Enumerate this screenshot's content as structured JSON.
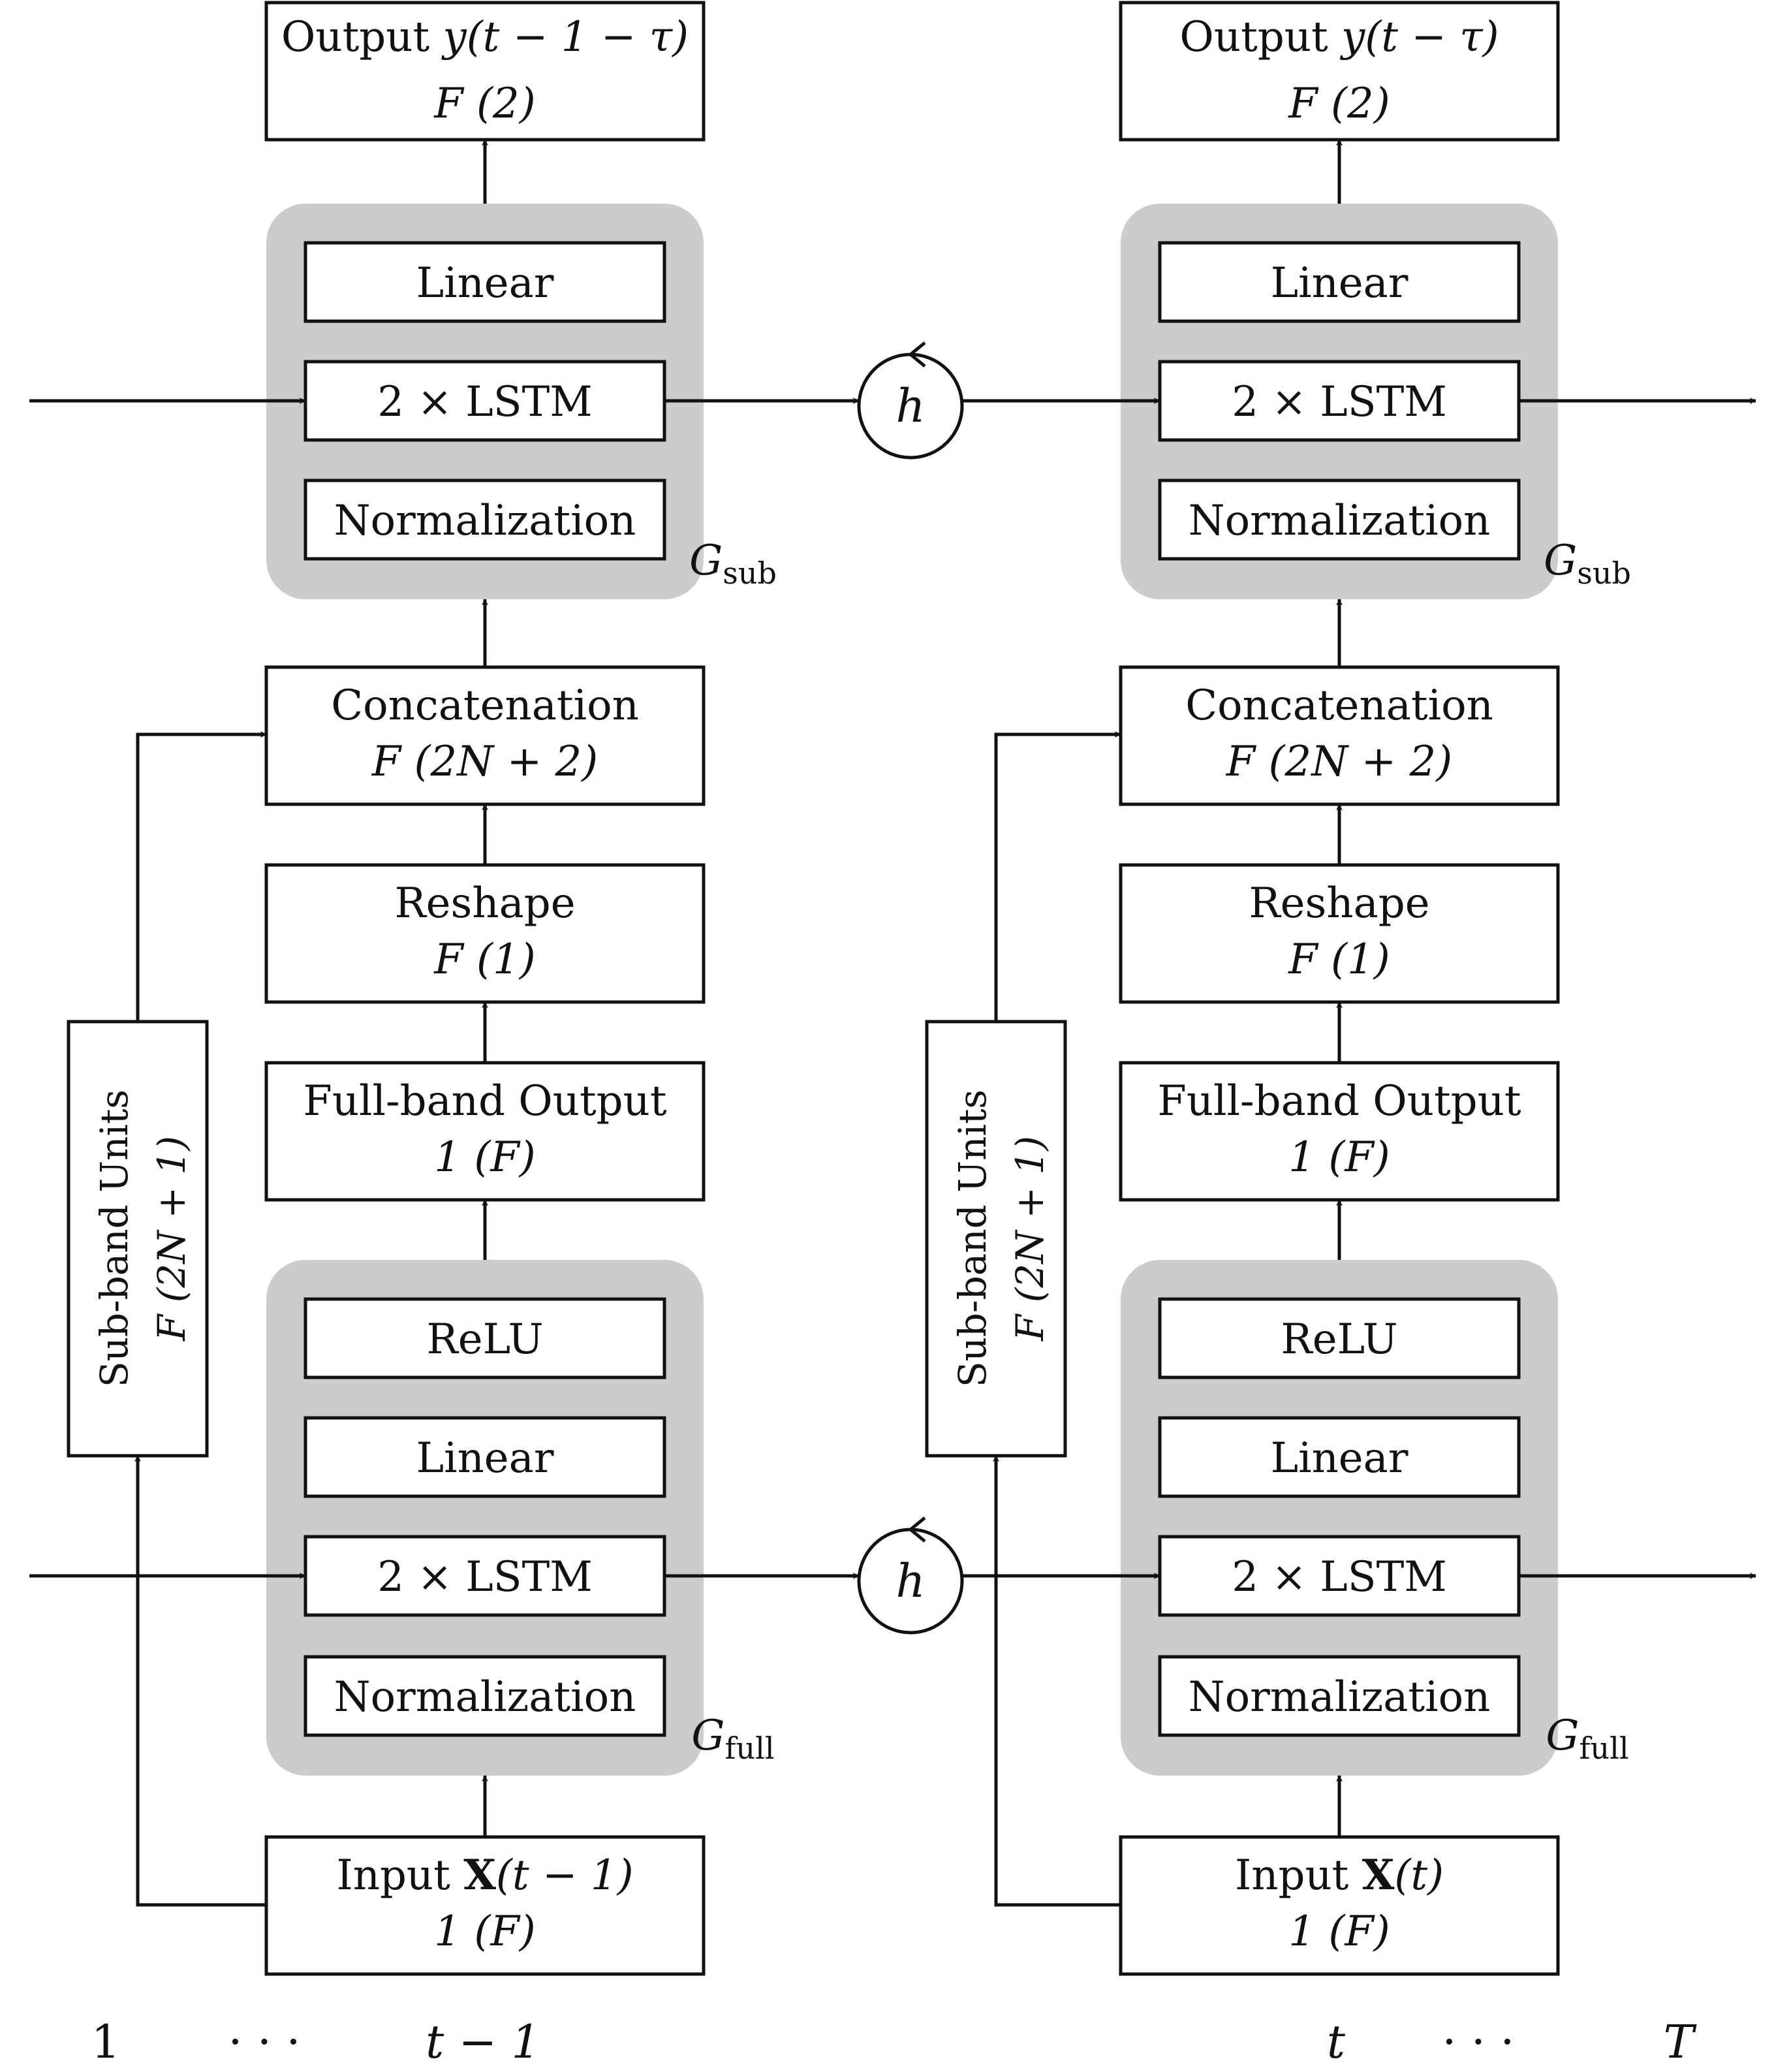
{
  "columns": [
    {
      "output": {
        "label": "Output",
        "math": "y(t − 1 − τ)",
        "dim": "F (2)"
      },
      "sub_group": {
        "layers": [
          "Linear",
          "2  ×  LSTM",
          "Normalization"
        ],
        "name": "G",
        "subscript": "sub"
      },
      "concat": {
        "label": "Concatenation",
        "dim": "F (2N + 2)"
      },
      "reshape": {
        "label": "Reshape",
        "dim": "F (1)"
      },
      "fullband_output": {
        "label": "Full-band Output",
        "dim": "1 (F)"
      },
      "full_group": {
        "layers": [
          "ReLU",
          "Linear",
          "2  ×  LSTM",
          "Normalization"
        ],
        "name": "G",
        "subscript": "full"
      },
      "input": {
        "label": "Input",
        "bold": "X",
        "math": "(t − 1)",
        "dim": "1 (F)"
      },
      "subband_units": {
        "label": "Sub-band Units",
        "dim": "F (2N + 1)"
      }
    },
    {
      "output": {
        "label": "Output",
        "math": "y(t − τ)",
        "dim": "F (2)"
      },
      "sub_group": {
        "layers": [
          "Linear",
          "2  ×  LSTM",
          "Normalization"
        ],
        "name": "G",
        "subscript": "sub"
      },
      "concat": {
        "label": "Concatenation",
        "dim": "F (2N + 2)"
      },
      "reshape": {
        "label": "Reshape",
        "dim": "F (1)"
      },
      "fullband_output": {
        "label": "Full-band Output",
        "dim": "1 (F)"
      },
      "full_group": {
        "layers": [
          "ReLU",
          "Linear",
          "2  ×  LSTM",
          "Normalization"
        ],
        "name": "G",
        "subscript": "full"
      },
      "input": {
        "label": "Input",
        "bold": "X",
        "math": "(t)",
        "dim": "1 (F)"
      },
      "subband_units": {
        "label": "Sub-band Units",
        "dim": "F (2N + 1)"
      }
    }
  ],
  "hidden_state": {
    "label": "h"
  },
  "time_axis": [
    "1",
    "· · ·",
    "t − 1",
    "t",
    "· · ·",
    "T"
  ]
}
